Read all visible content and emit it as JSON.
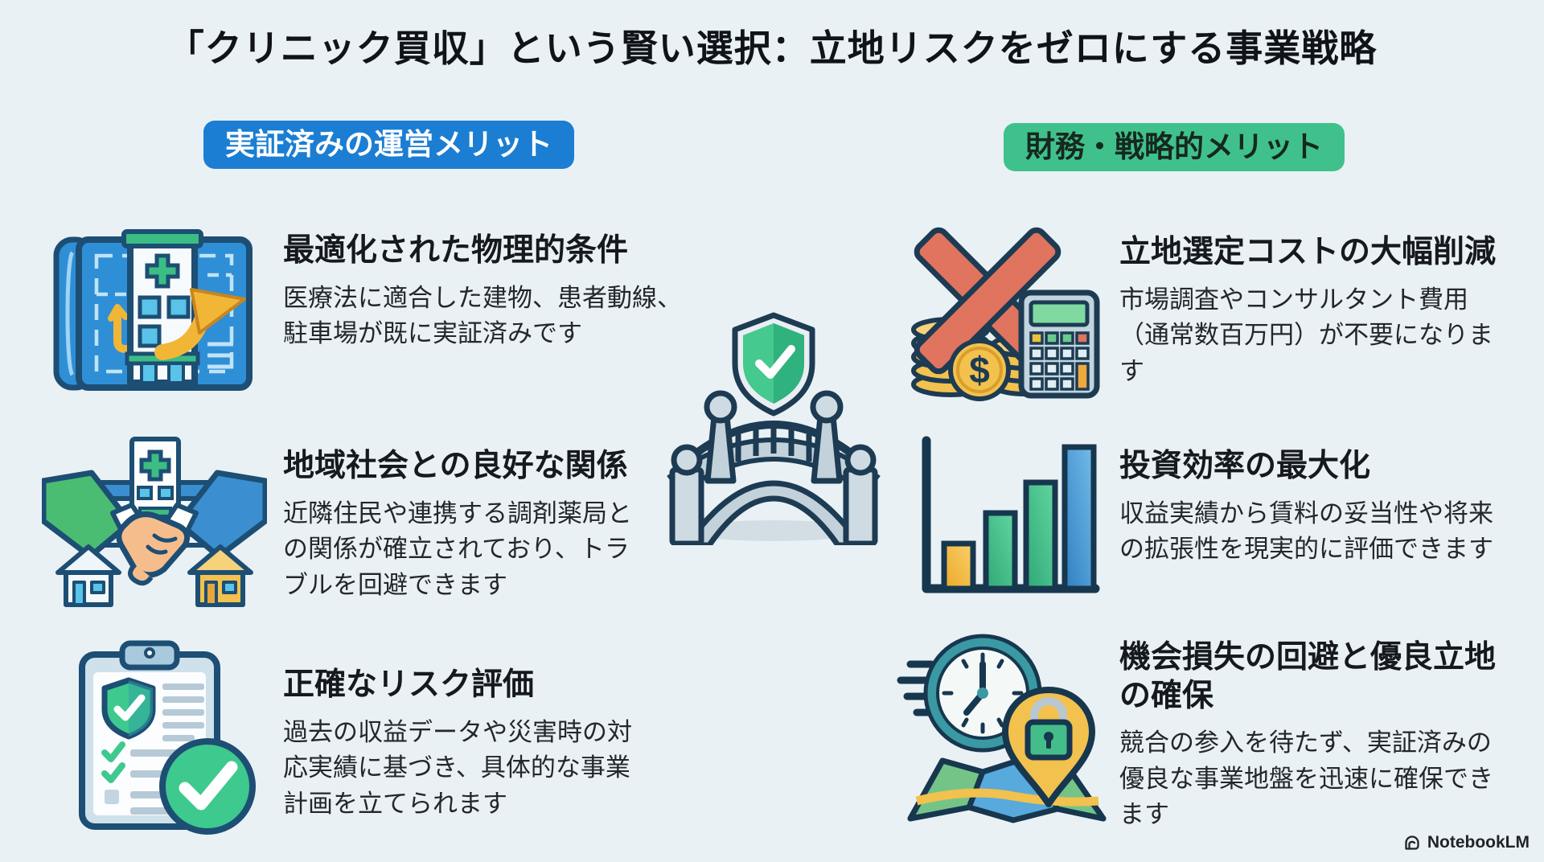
{
  "page": {
    "title": "「クリニック買収」という賢い選択：立地リスクをゼロにする事業戦略",
    "background_color": "#e9f1f5"
  },
  "columns": {
    "left": {
      "badge": "実証済みの運営メリット",
      "badge_color": "#1b7ed3",
      "badge_text_color": "#ffffff",
      "items": [
        {
          "icon": "blueprint-clinic-icon",
          "heading": "最適化された物理的条件",
          "body": "医療法に適合した建物、患者動線、\n駐車場が既に実証済みです"
        },
        {
          "icon": "handshake-community-icon",
          "heading": "地域社会との良好な関係",
          "body": "近隣住民や連携する調剤薬局と\nの関係が確立されており、トラ\nブルを回避できます"
        },
        {
          "icon": "clipboard-check-icon",
          "heading": "正確なリスク評価",
          "body": "過去の収益データや災害時の対\n応実績に基づき、具体的な事業\n計画を立てられます"
        }
      ]
    },
    "right": {
      "badge": "財務・戦略的メリット",
      "badge_color": "#40c18c",
      "badge_text_color": "#16281f",
      "items": [
        {
          "icon": "cost-cross-coins-calculator-icon",
          "heading": "立地選定コストの大幅削減",
          "body": "市場調査やコンサルタント費用\n（通常数百万円）が不要になりま\nす"
        },
        {
          "icon": "growth-bar-chart-icon",
          "heading": "投資効率の最大化",
          "body": "収益実績から賃料の妥当性や将来\nの拡張性を現実的に評価できます"
        },
        {
          "icon": "clock-map-lock-icon",
          "heading": "機会損失の回避と優良立地\nの確保",
          "body": "競合の参入を待たず、実証済みの\n優良な事業地盤を迅速に確保でき\nます"
        }
      ]
    }
  },
  "center": {
    "icon": "bridge-shield-icon"
  },
  "footer": {
    "brand": "NotebookLM",
    "icon": "notebooklm-logo-icon"
  },
  "colors": {
    "background": "#e9f1f5",
    "title_text": "#101418",
    "heading_text": "#16191d",
    "body_text": "#23272b",
    "icon_outline": "#1d3b53",
    "accent_blue": "#1b7ed3",
    "accent_green": "#40c18c",
    "accent_yellow": "#f2b637",
    "accent_red": "#e0745e"
  }
}
